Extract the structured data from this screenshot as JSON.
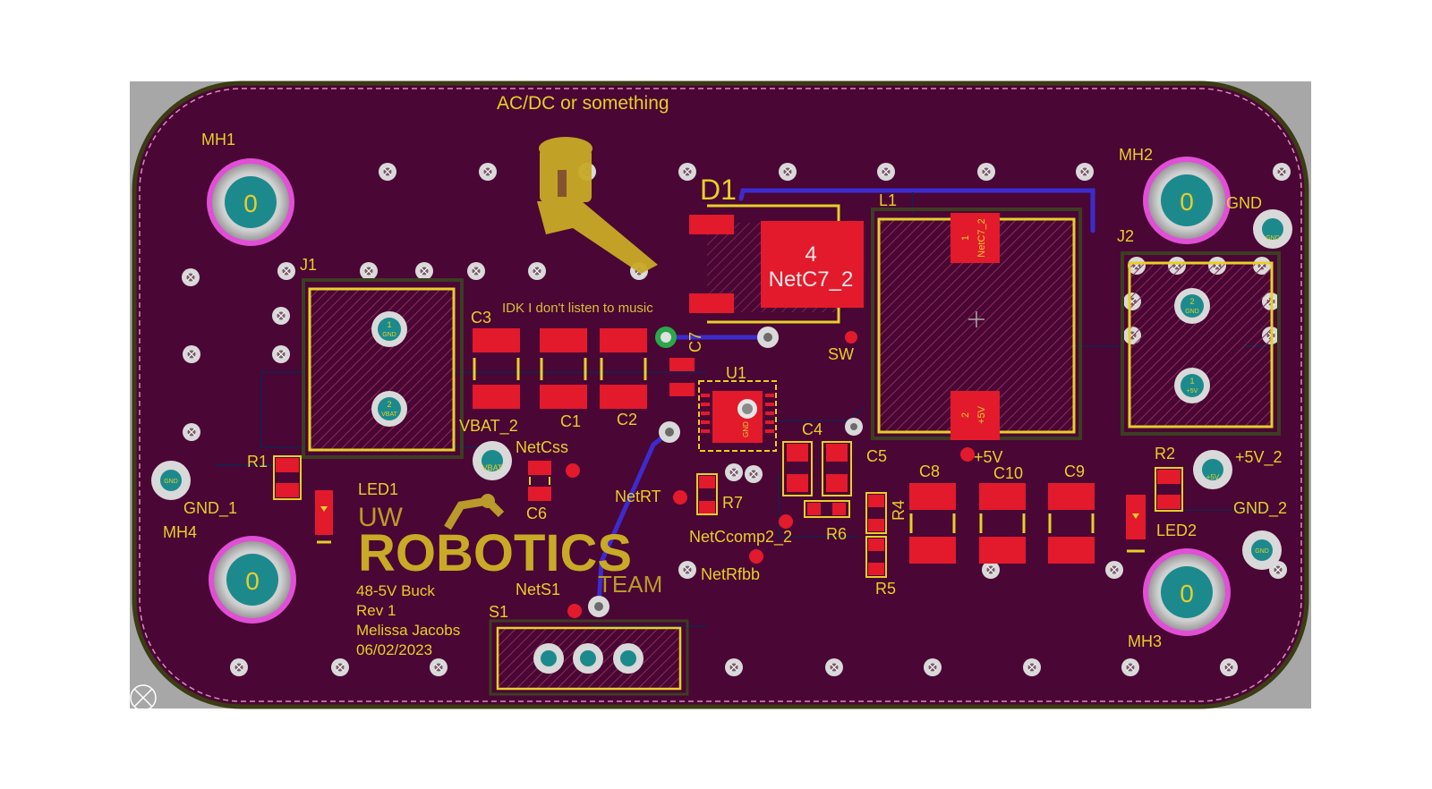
{
  "board": {
    "silk_texts": {
      "top_note": "AC/DC or something",
      "music_note": "IDK I don't listen to music",
      "uw": "UW",
      "robotics": "ROBOTICS",
      "team": "TEAM",
      "product": "48-5V Buck",
      "rev": "Rev 1",
      "author": "Melissa Jacobs",
      "date": "06/02/2023"
    },
    "refdes": {
      "MH1": "MH1",
      "MH2": "MH2",
      "MH3": "MH3",
      "MH4": "MH4",
      "J1": "J1",
      "J2": "J2",
      "D1": "D1",
      "L1": "L1",
      "U1": "U1",
      "C1": "C1",
      "C2": "C2",
      "C3": "C3",
      "C4": "C4",
      "C5": "C5",
      "C6": "C6",
      "C7": "C7",
      "C8": "C8",
      "C9": "C9",
      "C10": "C10",
      "R1": "R1",
      "R2": "R2",
      "R4": "R4",
      "R5": "R5",
      "R6": "R6",
      "R7": "R7",
      "LED1": "LED1",
      "LED2": "LED2",
      "S1": "S1"
    },
    "nets": {
      "vbat_2": "VBAT_2",
      "netcss": "NetCss",
      "netrt": "NetRT",
      "netccomp2_2": "NetCcomp2_2",
      "netrfbb": "NetRfbb",
      "nets1": "NetS1",
      "sw": "SW",
      "plus5v": "+5V",
      "plus5v_2": "+5V_2",
      "gnd": "GND",
      "gnd_1": "GND_1",
      "gnd_2": "GND_2"
    },
    "pad_labels": {
      "mh": "0",
      "d1_num": "4",
      "d1_net": "NetC7_2",
      "l1_pin1": "1",
      "l1_pin1_net": "NetC7_2",
      "l1_pin2": "2",
      "l1_pin2_net": "+5V",
      "pad_gnd": "GND",
      "pad_vbat": "VBAT",
      "pad_5v": "+5V",
      "j1_pin1": "1",
      "j1_pin2": "2",
      "j2_pin1": "1",
      "j2_pin2": "2",
      "u1_gnd": "GND"
    },
    "colors": {
      "board": "#4a0634",
      "background": "#a7a7a7",
      "silk": "#e6cf2a",
      "copper": "#e21a2c",
      "via": "#d9d9d9",
      "trace_bottom": "#3c2ccf",
      "mount_ring": "#e14fd6",
      "pad_teal": "#1c8a8c",
      "outline": "#2f2a10"
    }
  }
}
